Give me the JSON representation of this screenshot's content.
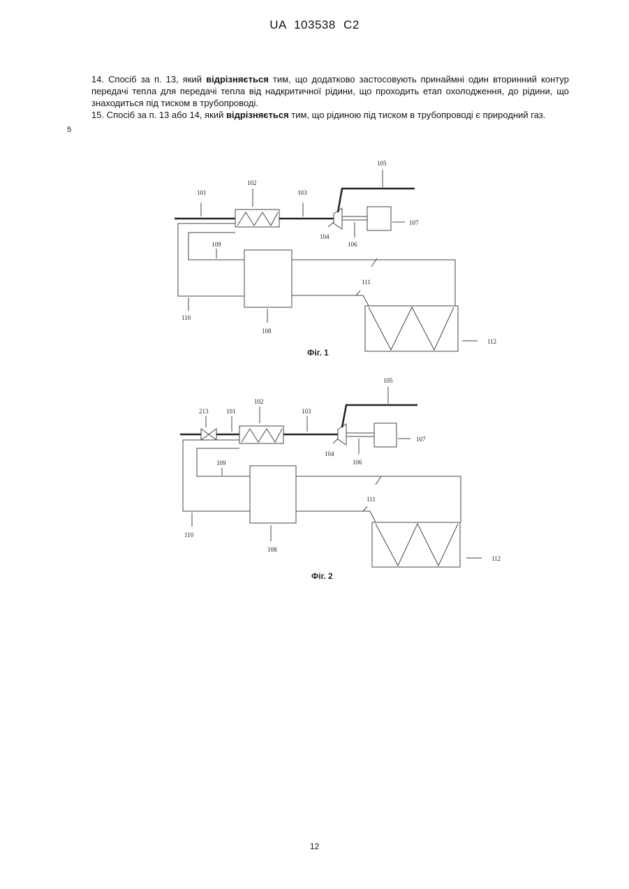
{
  "header": "UA  103538  C2",
  "claims": {
    "c14_a": "14. Спосіб за п. 13, який ",
    "c14_b": "відрізняється",
    "c14_c": " тим, що додатково застосовують принаймні один вторинний контур передачі тепла для передачі тепла від надкритичної рідини, що проходить етап охолодження, до рідини, що знаходиться під тиском в трубопроводі.",
    "c15_a": "15. Спосіб за п. 13 або 14, який ",
    "c15_b": "відрізняється",
    "c15_c": " тим, що рідиною під тиском в трубопроводі є природний газ."
  },
  "line_number": "5",
  "fig1": {
    "caption": "Фіг. 1",
    "labels": {
      "l101": "101",
      "l102": "102",
      "l103": "103",
      "l104": "104",
      "l105": "105",
      "l106": "106",
      "l107": "107",
      "l108": "108",
      "l109": "109",
      "l110": "110",
      "l111": "111",
      "l112": "112"
    }
  },
  "fig2": {
    "caption": "Фіг. 2",
    "labels": {
      "l213": "213",
      "l101": "101",
      "l102": "102",
      "l103": "103",
      "l104": "104",
      "l105": "105",
      "l106": "106",
      "l107": "107",
      "l108": "108",
      "l109": "109",
      "l110": "110",
      "l111": "111",
      "l112": "112"
    }
  },
  "page_number": "12"
}
